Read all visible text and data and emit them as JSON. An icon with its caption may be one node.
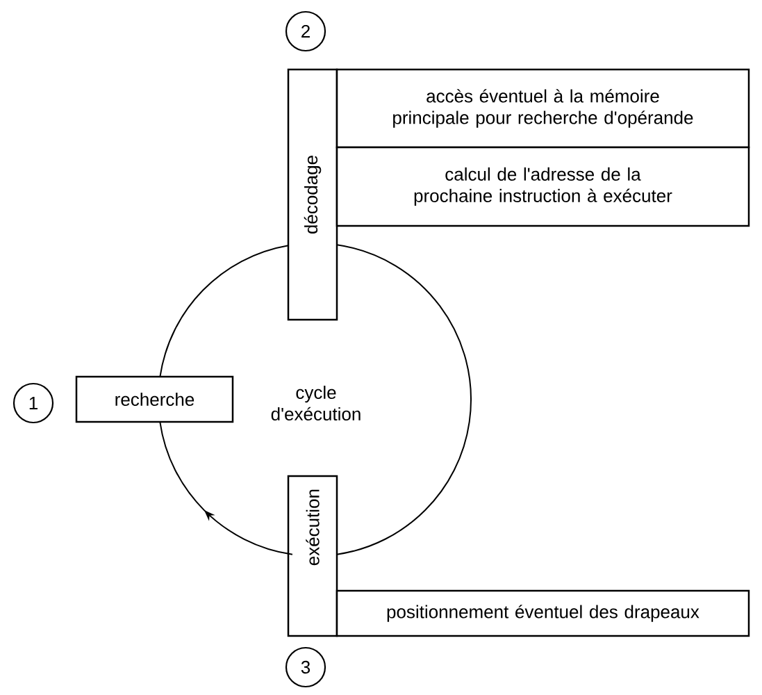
{
  "diagram": {
    "nodes": [
      {
        "text": [
          "2"
        ]
      },
      {
        "text": [
          "décodage"
        ]
      },
      {
        "text": [
          "accès éventuel à la mémoire principale pour recherche d'opérande"
        ]
      },
      {
        "text": [
          "calcul de l'adresse de la prochaine instruction à exécuter"
        ]
      },
      {
        "text": [
          "1"
        ]
      },
      {
        "text": [
          "recherche"
        ]
      },
      {
        "text": [
          "exécution"
        ]
      },
      {
        "text": [
          "positionnement éventuel des drapeaux"
        ]
      },
      {
        "text": [
          "3"
        ]
      }
    ],
    "edges": [
      {
        "from": 5,
        "to": 1,
        "arrow": "none"
      },
      {
        "from": 1,
        "to": 6,
        "arrow": "none"
      },
      {
        "from": 6,
        "to": 5,
        "arrow": "to"
      }
    ],
    "labels": [
      "cycle d'exécution"
    ]
  }
}
